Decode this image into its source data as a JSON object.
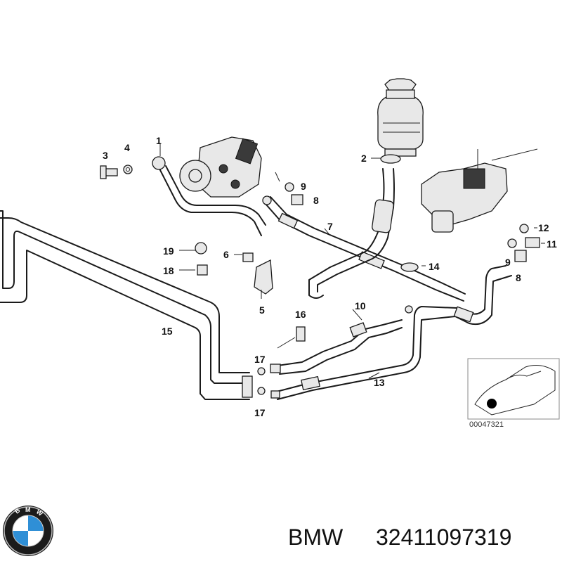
{
  "callouts": [
    "1",
    "2",
    "3",
    "4",
    "5",
    "6",
    "7",
    "8",
    "8",
    "9",
    "9",
    "10",
    "11",
    "12",
    "13",
    "14",
    "15",
    "16",
    "17",
    "17",
    "18",
    "19"
  ],
  "reference_code": "00047321",
  "caption": {
    "brand": "BMW",
    "part_number": "32411097319"
  },
  "logo": {
    "letters": "BMW",
    "colors": {
      "blue": "#2f8fd6",
      "white": "#ffffff",
      "ring": "#1b1b1b"
    }
  }
}
